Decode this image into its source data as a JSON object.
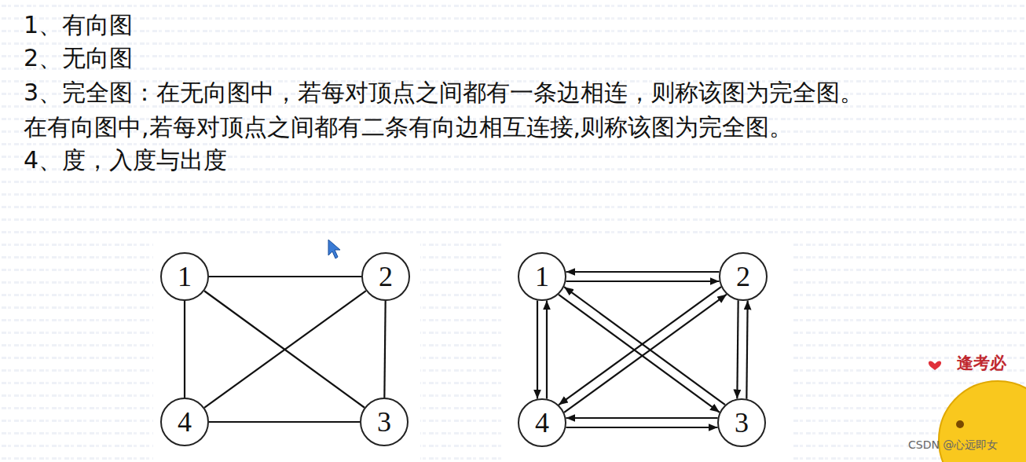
{
  "diagram": {
    "nodes": [
      {
        "text": [
          "1"
        ]
      },
      {
        "text": [
          "2"
        ]
      },
      {
        "text": [
          "4"
        ]
      },
      {
        "text": [
          "3"
        ]
      },
      {
        "text": [
          "1"
        ]
      },
      {
        "text": [
          "2"
        ]
      },
      {
        "text": [
          "4"
        ]
      },
      {
        "text": [
          "3"
        ]
      }
    ],
    "edges": [
      {
        "from": 0,
        "to": 1,
        "arrow": "none"
      },
      {
        "from": 0,
        "to": 2,
        "arrow": "none"
      },
      {
        "from": 0,
        "to": 3,
        "arrow": "none"
      },
      {
        "from": 1,
        "to": 2,
        "arrow": "none"
      },
      {
        "from": 1,
        "to": 3,
        "arrow": "none"
      },
      {
        "from": 2,
        "to": 3,
        "arrow": "none"
      },
      {
        "from": 4,
        "to": 5,
        "arrow": "to"
      },
      {
        "from": 5,
        "to": 4,
        "arrow": "to"
      },
      {
        "from": 4,
        "to": 6,
        "arrow": "to"
      },
      {
        "from": 6,
        "to": 4,
        "arrow": "to"
      },
      {
        "from": 4,
        "to": 7,
        "arrow": "to"
      },
      {
        "from": 7,
        "to": 4,
        "arrow": "to"
      },
      {
        "from": 5,
        "to": 6,
        "arrow": "to"
      },
      {
        "from": 6,
        "to": 5,
        "arrow": "to"
      },
      {
        "from": 5,
        "to": 7,
        "arrow": "to"
      },
      {
        "from": 7,
        "to": 5,
        "arrow": "to"
      },
      {
        "from": 6,
        "to": 7,
        "arrow": "to"
      },
      {
        "from": 7,
        "to": 6,
        "arrow": "to"
      }
    ],
    "labels": [
      "1、有向图",
      "2、无向图",
      "3、完全图：在无向图中，若每对顶点之间都有一条边相连，则称该图为完全图。",
      "在有向图中,若每对顶点之间都有二条有向边相互连接,则称该图为完全图。",
      "4、度，入度与出度",
      "逢考必",
      "CSDN @心远即女"
    ]
  }
}
